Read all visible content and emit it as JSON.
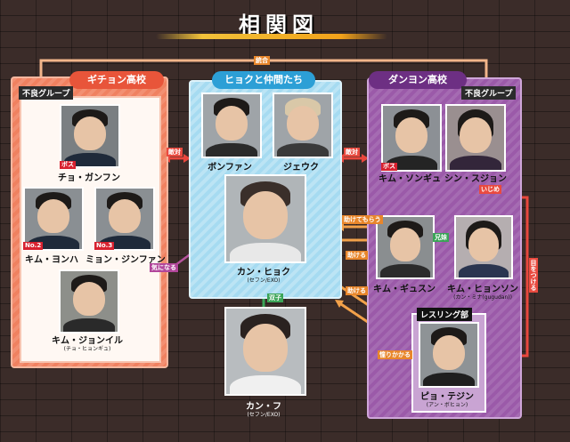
{
  "title": "相関図",
  "top_link_label": "統合",
  "groups": {
    "left": {
      "title": "ギチョン高校",
      "tag": "不良グループ"
    },
    "mid": {
      "title": "ヒョクと仲間たち"
    },
    "right": {
      "title": "ダンヨン高校",
      "tag": "不良グループ"
    },
    "wrestling": {
      "tag": "レスリング部"
    }
  },
  "people": {
    "chung": {
      "name": "チョ・ガンフン",
      "badge": "ボス"
    },
    "kimyh": {
      "name": "キム・ヨンハ",
      "badge": "No.2"
    },
    "min": {
      "name": "ミョン・ジンファン",
      "badge": "No.3"
    },
    "kimji": {
      "name": "キム・ジョンイル",
      "sub": "(チョ・ヒョンギュ)"
    },
    "bong": {
      "name": "ボンファン"
    },
    "jeuk": {
      "name": "ジェウク"
    },
    "hyuk": {
      "name": "カン・ヒョク",
      "sub": "(セフン/EXO)"
    },
    "hu": {
      "name": "カン・フ",
      "sub": "(セフン/EXO)"
    },
    "kimsg": {
      "name": "キム・ソンギュ",
      "badge": "ボス"
    },
    "shin": {
      "name": "シン・スジョン"
    },
    "kimgs": {
      "name": "キム・ギュスン"
    },
    "kimhs": {
      "name": "キム・ヒョンソン",
      "sub": "(カン・ミナ(gugudan))"
    },
    "pyo": {
      "name": "ピョ・テジン",
      "sub": "(アン・ボヒョン)"
    }
  },
  "edges": {
    "hostile1": "敵対",
    "hostile2": "敵対",
    "twins": "双子",
    "siblings": "兄妹",
    "bully": "いじめ",
    "bully2": "目をつける",
    "save": "助ける",
    "help": "助けてもらう",
    "beat": "助ける",
    "care": "気になる",
    "admire": "憧りかかる"
  },
  "colors": {
    "left": "#f08160",
    "mid": "#a6dbf1",
    "right": "#9b5aa9",
    "line_orange": "#f2a14a",
    "line_pink": "#b7549e",
    "line_red": "#e8473d"
  }
}
